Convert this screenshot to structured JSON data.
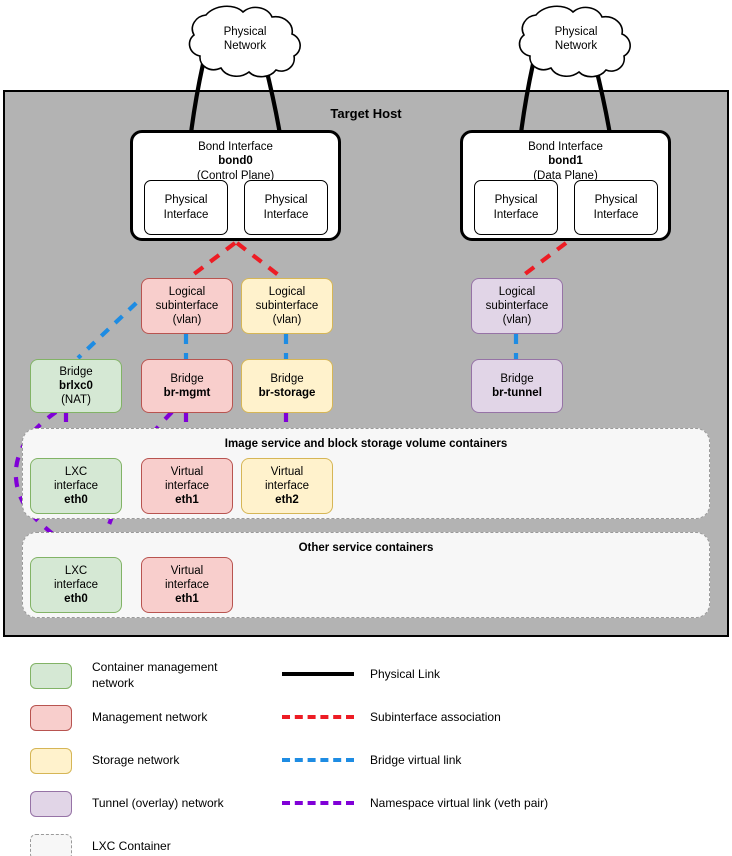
{
  "diagram": {
    "host_title": "Target Host",
    "clouds": [
      {
        "name": "cloud-left",
        "line1": "Physical",
        "line2": "Network"
      },
      {
        "name": "cloud-right",
        "line1": "Physical",
        "line2": "Network"
      }
    ],
    "bonds": [
      {
        "name": "bond0",
        "title": "Bond Interface",
        "id": "bond0",
        "role": "(Control Plane)",
        "ports": [
          {
            "line1": "Physical",
            "line2": "Interface"
          },
          {
            "line1": "Physical",
            "line2": "Interface"
          }
        ]
      },
      {
        "name": "bond1",
        "title": "Bond Interface",
        "id": "bond1",
        "role": "(Data Plane)",
        "ports": [
          {
            "line1": "Physical",
            "line2": "Interface"
          },
          {
            "line1": "Physical",
            "line2": "Interface"
          }
        ]
      }
    ],
    "subinterfaces": [
      {
        "name": "sub-mgmt",
        "line1": "Logical",
        "line2": "subinterface",
        "line3": "(vlan)",
        "color": "pink"
      },
      {
        "name": "sub-storage",
        "line1": "Logical",
        "line2": "subinterface",
        "line3": "(vlan)",
        "color": "yellow"
      },
      {
        "name": "sub-tunnel",
        "line1": "Logical",
        "line2": "subinterface",
        "line3": "(vlan)",
        "color": "purple"
      }
    ],
    "bridges": [
      {
        "name": "bridge-brlxc0",
        "label": "Bridge",
        "id": "brlxc0",
        "extra": "(NAT)",
        "color": "green"
      },
      {
        "name": "bridge-br-mgmt",
        "label": "Bridge",
        "id": "br-mgmt",
        "extra": "",
        "color": "pink"
      },
      {
        "name": "bridge-br-storage",
        "label": "Bridge",
        "id": "br-storage",
        "extra": "",
        "color": "yellow"
      },
      {
        "name": "bridge-br-tunnel",
        "label": "Bridge",
        "id": "br-tunnel",
        "extra": "",
        "color": "purple"
      }
    ],
    "containers": [
      {
        "name": "image-block-storage-containers",
        "title": "Image service and block storage volume containers",
        "interfaces": [
          {
            "line1": "LXC",
            "line2": "interface",
            "id": "eth0",
            "color": "green"
          },
          {
            "line1": "Virtual",
            "line2": "interface",
            "id": "eth1",
            "color": "pink"
          },
          {
            "line1": "Virtual",
            "line2": "interface",
            "id": "eth2",
            "color": "yellow"
          }
        ]
      },
      {
        "name": "other-service-containers",
        "title": "Other service containers",
        "interfaces": [
          {
            "line1": "LXC",
            "line2": "interface",
            "id": "eth0",
            "color": "green"
          },
          {
            "line1": "Virtual",
            "line2": "interface",
            "id": "eth1",
            "color": "pink"
          }
        ]
      }
    ]
  },
  "legend": {
    "swatches": [
      {
        "name": "legend-container-management-network",
        "label": "Container management network",
        "color": "#d5e8d4",
        "border": "#82b366"
      },
      {
        "name": "legend-management-network",
        "label": "Management network",
        "color": "#f8cecc",
        "border": "#b85450"
      },
      {
        "name": "legend-storage-network",
        "label": "Storage network",
        "color": "#fff2cc",
        "border": "#d6b656"
      },
      {
        "name": "legend-tunnel-overlay-network",
        "label": "Tunnel (overlay) network",
        "color": "#e1d5e7",
        "border": "#9673a6"
      },
      {
        "name": "legend-lxc-container",
        "label": "LXC Container",
        "color": "#f7f7f7",
        "border": "#9a9a9a"
      }
    ],
    "lines": [
      {
        "name": "legend-physical-link",
        "label": "Physical Link",
        "color": "#000000",
        "style": "solid"
      },
      {
        "name": "legend-subinterface-assoc",
        "label": "Subinterface association",
        "color": "#ed1c24",
        "style": "dashed"
      },
      {
        "name": "legend-bridge-virtual-link",
        "label": "Bridge virtual link",
        "color": "#1e8ce3",
        "style": "dashed"
      },
      {
        "name": "legend-namespace-virtual-link",
        "label": "Namespace virtual link (veth pair)",
        "color": "#8000d7",
        "style": "dashed"
      }
    ]
  },
  "colors": {
    "host_fill": "#b3b3b3",
    "green_fill": "#d5e8d4",
    "green_stroke": "#82b366",
    "pink_fill": "#f8cecc",
    "pink_stroke": "#b85450",
    "yellow_fill": "#fff2cc",
    "yellow_stroke": "#d6b656",
    "purple_fill": "#e1d5e7",
    "purple_stroke": "#9673a6",
    "link_physical": "#000000",
    "link_subinterface": "#ed1c24",
    "link_bridge": "#1e8ce3",
    "link_namespace": "#8000d7"
  }
}
